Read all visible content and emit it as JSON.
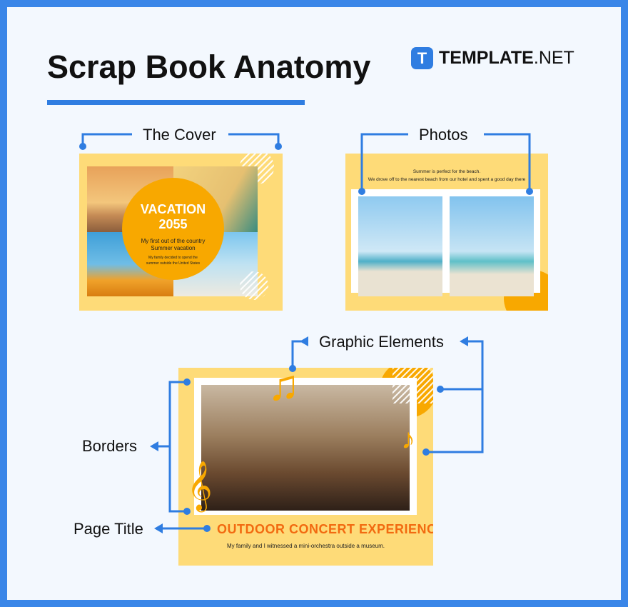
{
  "title": "Scrap Book Anatomy",
  "logo": {
    "mark": "T",
    "bold": "TEMPLATE",
    "light": ".NET"
  },
  "labels": {
    "cover": "The Cover",
    "photos": "Photos",
    "graphic_elements": "Graphic Elements",
    "borders": "Borders",
    "page_title": "Page Title"
  },
  "cover": {
    "heading_line1": "VACATION",
    "heading_line2": "2055",
    "subtitle_line1": "My first out of the country",
    "subtitle_line2": "Summer vacation",
    "body_line1": "My family decided to spend the",
    "body_line2": "summer outside the United States"
  },
  "photos": {
    "line1": "Summer is perfect for the beach.",
    "line2": "We drove off to the nearest beach from our hotel and spent a good day there"
  },
  "concert": {
    "title": "OUTDOOR CONCERT EXPERIENCE",
    "caption": "My family and I witnessed a mini-orchestra outside a museum."
  },
  "colors": {
    "accent": "#2f7de1",
    "panel": "#fedb78",
    "orange": "#f8a800",
    "title_orange": "#f26a10"
  }
}
